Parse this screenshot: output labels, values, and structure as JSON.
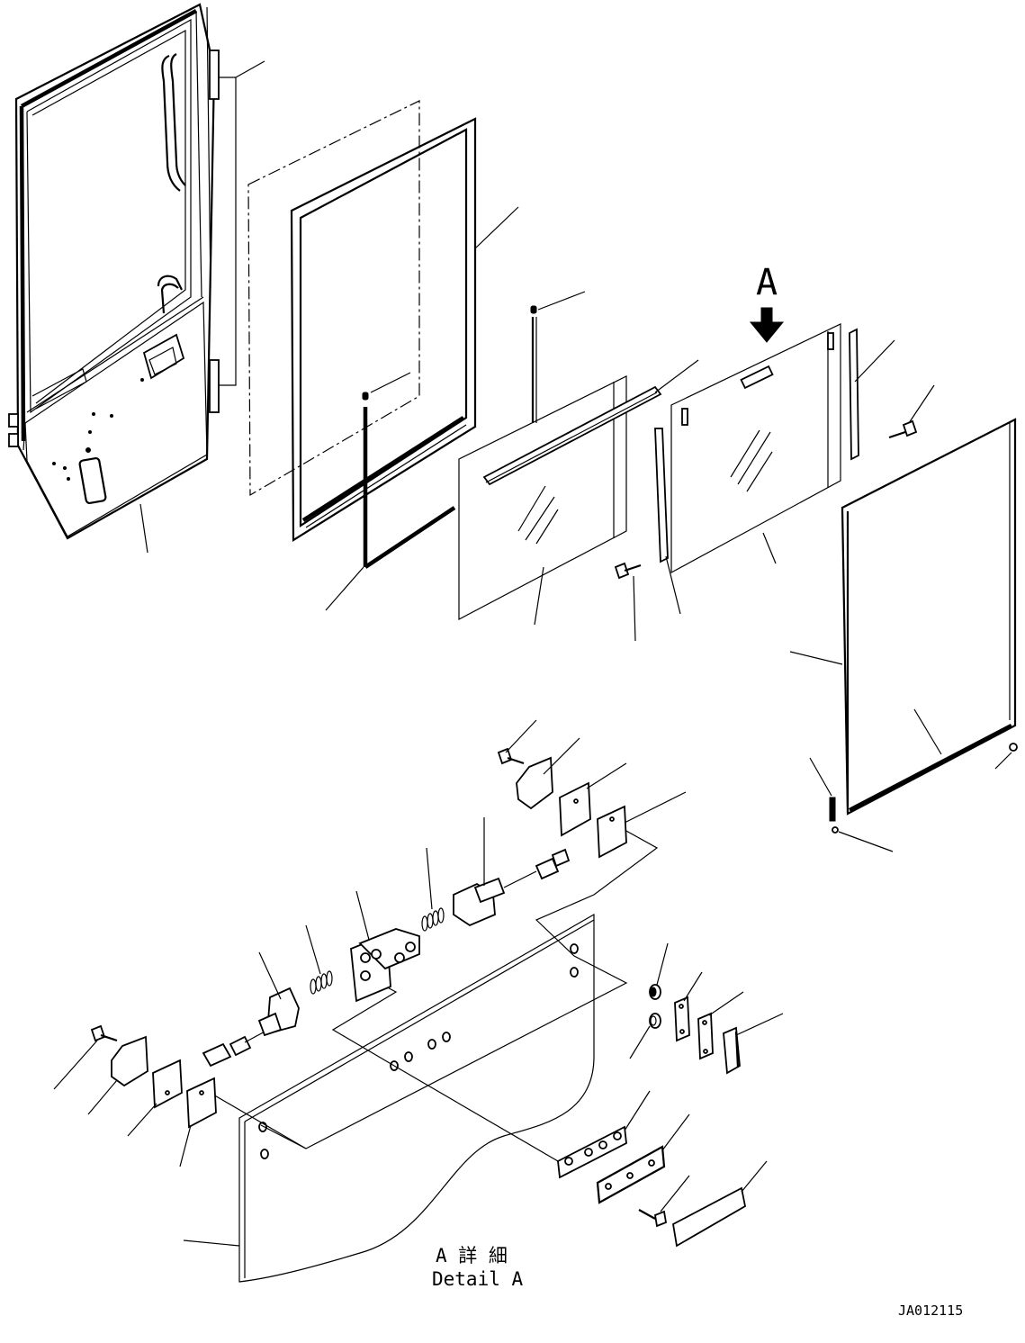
{
  "view_label": "A",
  "detail_label_jp": "A 詳 細",
  "detail_label_en": "Detail A",
  "figure_code": "JA012115"
}
